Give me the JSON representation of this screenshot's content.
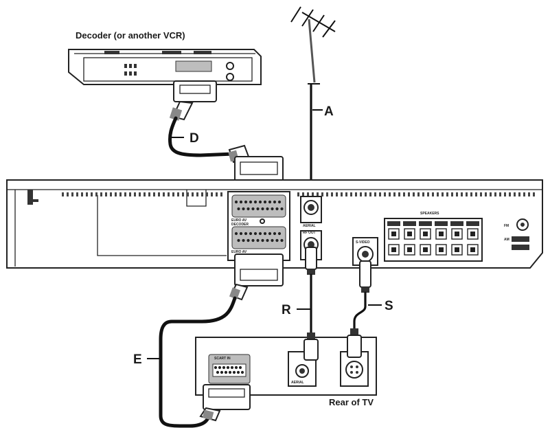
{
  "labels": {
    "decoder": "Decoder (or another VCR)",
    "rear_tv": "Rear of TV",
    "a": "A",
    "d": "D",
    "e": "E",
    "r": "R",
    "s": "S"
  },
  "colors": {
    "line": "#222222",
    "background": "#ffffff"
  }
}
